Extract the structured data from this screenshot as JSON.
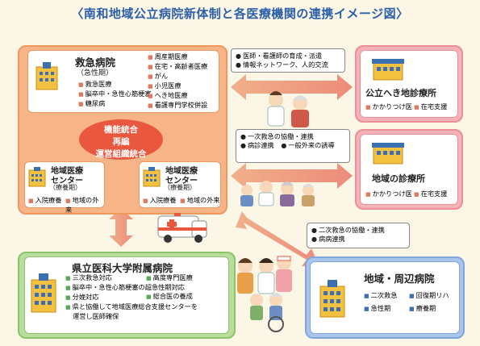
{
  "title": "〈南和地域公立病院新体制と各医療機関の連携イメージ図〉",
  "emergency": {
    "name": "救急病院",
    "sub": "（急性期）",
    "items_left": [
      "救急医療",
      "脳卒中・急性心筋梗塞",
      "糖尿病"
    ],
    "items_right": [
      "周産期医療",
      "在宅・高齢者医療",
      "がん",
      "小児医療",
      "へき地医療",
      "看護専門学校併設"
    ]
  },
  "integration": {
    "line1": "機能統合",
    "line2": "再編",
    "line3": "運営組織統合"
  },
  "community_center_left": {
    "name": "地域医療",
    "name2": "センター",
    "sub": "（療養期）",
    "item1": "入院療養",
    "item2": "地域の外来"
  },
  "community_center_right": {
    "name": "地域医療",
    "name2": "センター",
    "sub": "（療養期）",
    "item1": "入院療養",
    "item2": "地域の外来"
  },
  "university": {
    "name": "県立医科大学附属病院",
    "items_left": [
      "三次救急対応",
      "脳卒中・急性心筋梗塞の超急性期対応",
      "分娩対応",
      "県と協働して地域医療総合支援センターを",
      "運営し医師確保"
    ],
    "items_right": [
      "高度専門医療",
      "総合医の養成"
    ],
    "note_line": "運営し医師確保"
  },
  "remote_clinic": {
    "name": "公立へき地診療所",
    "tag1": "かかりつけ医",
    "tag2": "在宅支援"
  },
  "local_clinic": {
    "name": "地域の診療所",
    "tag1": "かかりつけ医",
    "tag2": "在宅支援"
  },
  "regional": {
    "name": "地域・周辺病院",
    "tags": [
      "二次救急",
      "回復期リハ",
      "急性期",
      "療養期"
    ]
  },
  "speech1": [
    "医師・看護師の育成・派遣",
    "情報ネットワーク、人的交流"
  ],
  "speech2": [
    "一次救急の協働・連携",
    "病診連携",
    "一般外来の誘導"
  ],
  "speech3": [
    "二次救急の協働・連携",
    "病病連携"
  ],
  "colors": {
    "orange": "#f3a676",
    "pink": "#f2a1a8",
    "blue": "#8fb3e0",
    "green": "#a6cf8a",
    "arrow": "#ef8f7f",
    "red": "#e9573f"
  }
}
